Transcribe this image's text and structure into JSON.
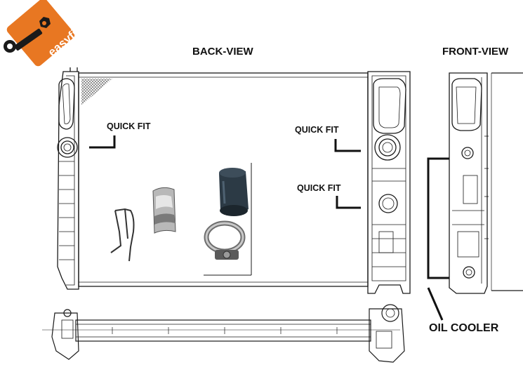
{
  "logo": {
    "brand": "easyfit"
  },
  "views": {
    "back": "BACK-VIEW",
    "front": "FRONT-VIEW"
  },
  "callouts": {
    "quick_fit_left": "QUICK FIT",
    "quick_fit_right_top": "QUICK FIT",
    "quick_fit_right_bottom": "QUICK FIT",
    "oil_cooler": "OIL COOLER"
  },
  "colors": {
    "line": "#1a1a1a",
    "logo_orange": "#e87722",
    "logo_dark": "#1a1a1a",
    "hose": "#2c3a45"
  },
  "icons": [
    "wrench-icon",
    "radiator-back-drawing",
    "radiator-front-drawing",
    "radiator-bottom-drawing"
  ]
}
